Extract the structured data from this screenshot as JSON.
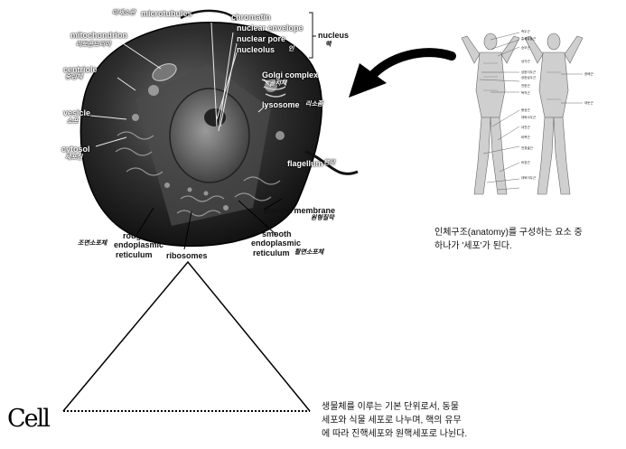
{
  "cell_labels": {
    "microtubules": "microtubules",
    "microtubules_ko": "미세소관",
    "mitochondrion": "mitochondrion",
    "mitochondrion_ko": "미토콘드리아",
    "centriole": "centriole",
    "centriole_ko": "중심체",
    "vesicle": "vesicle",
    "vesicle_ko": "소포",
    "cytosol": "cytosol",
    "cytosol_ko": "세포질",
    "chromatin": "chromatin",
    "nuclear_envelope": "nuclear envelope",
    "nuclear_pore": "nuclear pore",
    "nucleolus": "nucleolus",
    "nucleolus_ko": "인",
    "nucleus": "nucleus",
    "nucleus_ko": "핵",
    "golgi": "Golgi complex",
    "golgi_ko": "골지체",
    "lysosome": "lysosome",
    "lysosome_ko": "리소좀",
    "flagellum": "flagellum",
    "flagellum_ko": "편모",
    "plasma_membrane": "plasma membrane",
    "plasma_membrane_ko": "원형질막",
    "smooth_er_1": "smooth",
    "smooth_er_2": "endoplasmic",
    "smooth_er_3": "reticulum",
    "smooth_er_ko": "활면소포체",
    "rough_er_1": "rough",
    "rough_er_2": "endoplasmic",
    "rough_er_3": "reticulum",
    "rough_er_ko": "조면소포체",
    "ribosomes": "ribosomes"
  },
  "anatomy": {
    "left_labels": [
      "측두근",
      "흉쇄유돌근",
      "승모근",
      "삼각근",
      "상완이두근",
      "상완삼두근",
      "전완근",
      "복직근",
      "봉공근",
      "대퇴사두근",
      "내전근",
      "비복근",
      "전경골근",
      "비장근",
      "대퇴이두근"
    ],
    "right_labels": [
      "광배근",
      "대둔근"
    ],
    "caption_1": "인체구조(anatomy)를 구성하는 요소 중",
    "caption_2": "하나가 '세포'가 된다."
  },
  "cell_section": {
    "title": "Cell",
    "caption_1": "생물체를 이루는 기본 단위로서, 동물",
    "caption_2": "세포와 식물 세포로 나누며, 핵의 유무",
    "caption_3": "에 따라 진핵세포와 원핵세포로 나뉜다."
  }
}
